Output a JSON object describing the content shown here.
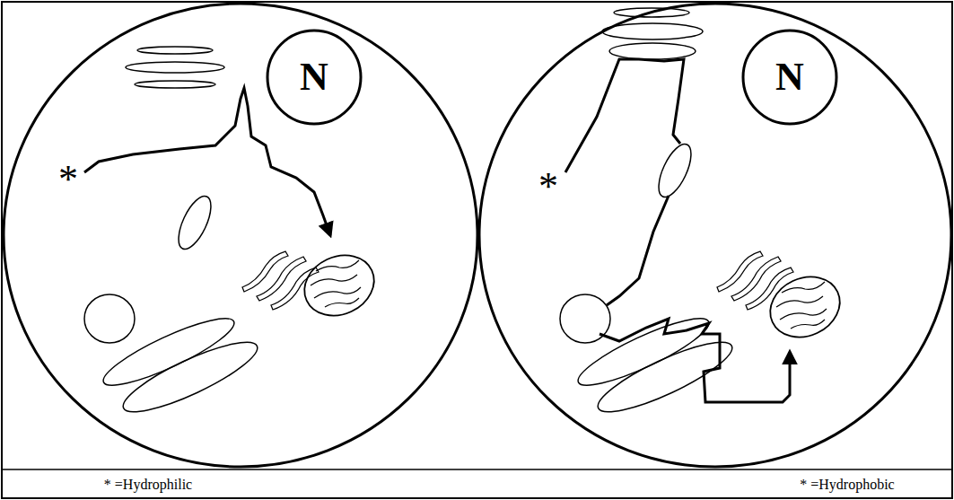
{
  "diagram": {
    "nodes": [
      {
        "text": [
          "N"
        ]
      },
      {
        "text": [
          "N"
        ]
      }
    ],
    "labels": [
      "*",
      "* =Hydrophilic",
      "*",
      "* =Hydrophobic"
    ]
  }
}
